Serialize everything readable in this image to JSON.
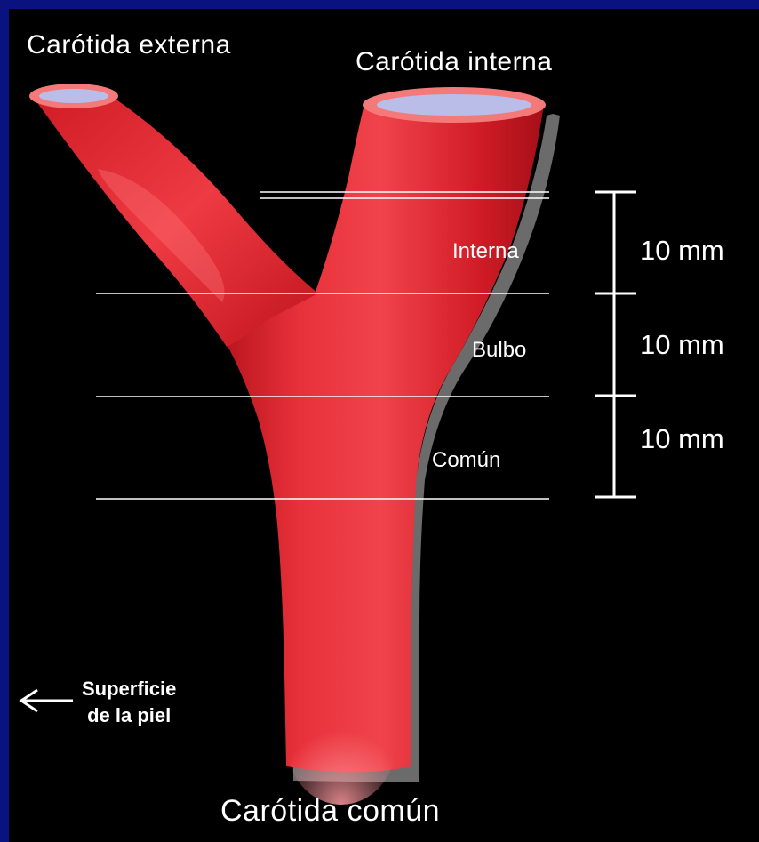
{
  "labels": {
    "external": "Carótida externa",
    "internal": "Carótida interna",
    "common": "Carótida común"
  },
  "segments": [
    {
      "name": "Interna",
      "length": "10 mm"
    },
    {
      "name": "Bulbo",
      "length": "10 mm"
    },
    {
      "name": "Común",
      "length": "10 mm"
    }
  ],
  "skin": {
    "line1": "Superficie",
    "line2": "de la piel"
  },
  "colors": {
    "border": "#0a1280",
    "background": "#000000",
    "artery": "#e0262f",
    "artery_rim": "#f47a7a",
    "lumen": "#b9bde8",
    "lines": "#ffffff"
  }
}
